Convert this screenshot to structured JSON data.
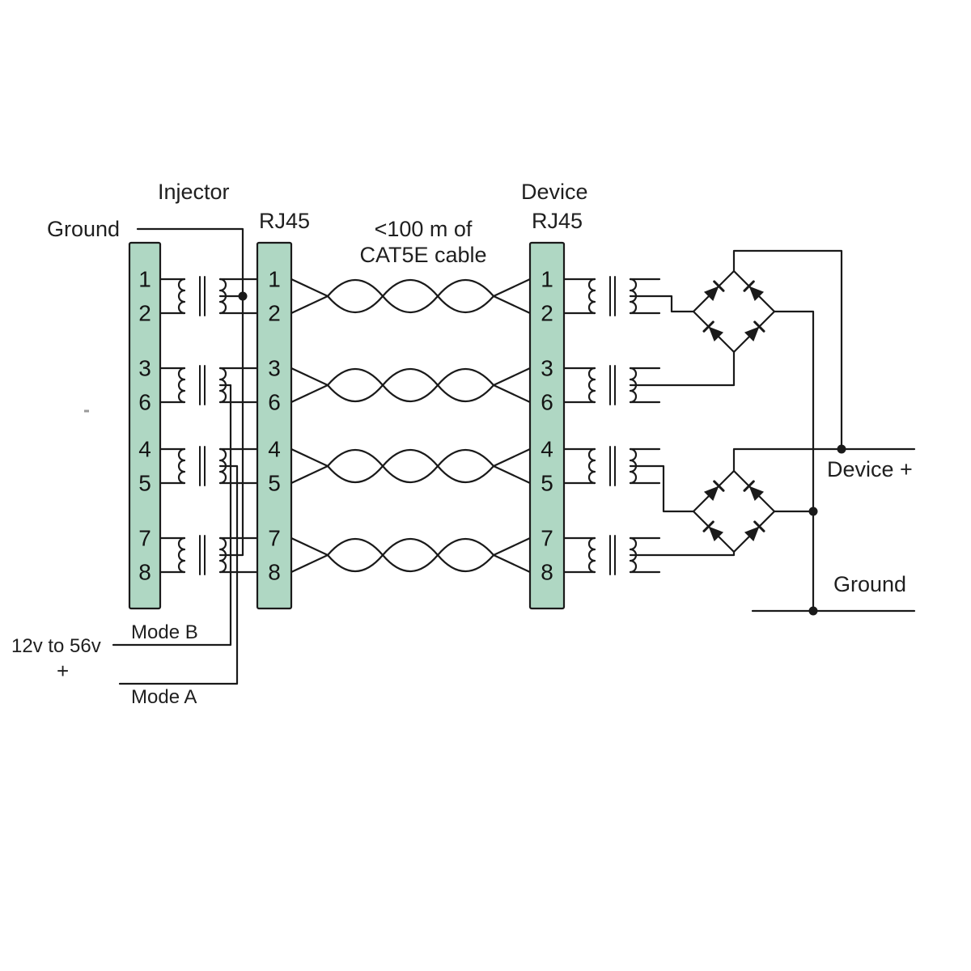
{
  "diagram": {
    "labels": {
      "injector": "Injector",
      "ground_left": "Ground",
      "rj45_left": "RJ45",
      "cable_line1": "<100 m of",
      "cable_line2": "CAT5E cable",
      "device": "Device",
      "rj45_right": "RJ45",
      "device_plus": "Device +",
      "ground_right": "Ground",
      "mode_b": "Mode B",
      "supply_range": "12v to 56v",
      "supply_plus": "+",
      "mode_a": "Mode A"
    },
    "pins": [
      "1",
      "2",
      "3",
      "6",
      "4",
      "5",
      "7",
      "8"
    ],
    "colors": {
      "connector_fill": "#afd7c3",
      "line": "#1a1a1a"
    }
  }
}
